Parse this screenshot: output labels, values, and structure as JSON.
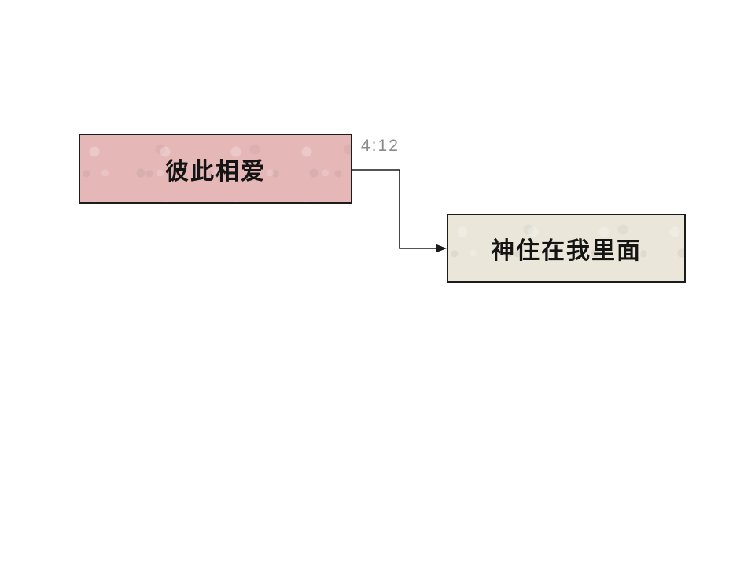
{
  "diagram": {
    "background_color": "#ffffff",
    "nodes": [
      {
        "id": "love-one-another",
        "label": "彼此相爱",
        "fill_color": "#e5b7b7",
        "border_color": "#1c1c1c",
        "text_color": "#141414"
      },
      {
        "id": "god-lives-in-me",
        "label": "神住在我里面",
        "fill_color": "#eae6d9",
        "border_color": "#1c1c1c",
        "text_color": "#141414"
      }
    ],
    "connector": {
      "label": "4:12",
      "label_color": "#8a8a8a",
      "line_color": "#1a1a1a",
      "style": "elbow-arrow",
      "from": "love-one-another",
      "to": "god-lives-in-me"
    }
  }
}
